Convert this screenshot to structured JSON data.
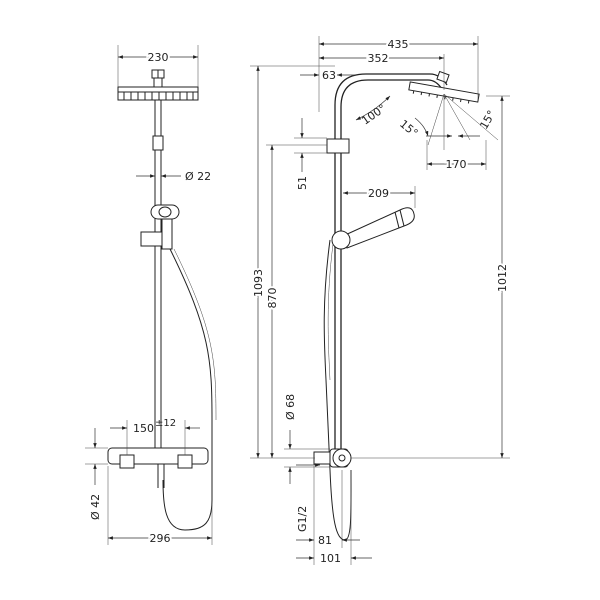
{
  "dimensions": {
    "head_width": "230",
    "pipe_diameter": "Ø 22",
    "mixer_spacing": "150",
    "mixer_tolerance": "±12",
    "mixer_diameter": "Ø 42",
    "mixer_width": "296",
    "total_reach": "435",
    "arm_reach": "352",
    "arm_offset": "63",
    "arm_angle": "100°",
    "swivel_left": "15°",
    "swivel_right": "15°",
    "head_depth": "170",
    "holder_offset": "51",
    "hand_shower_reach": "209",
    "total_height": "1093",
    "rail_height": "870",
    "outlet_height": "1012",
    "outlet_diameter": "Ø 68",
    "connection_thread": "G1/2",
    "mixer_offset": "81",
    "mixer_depth": "101"
  }
}
